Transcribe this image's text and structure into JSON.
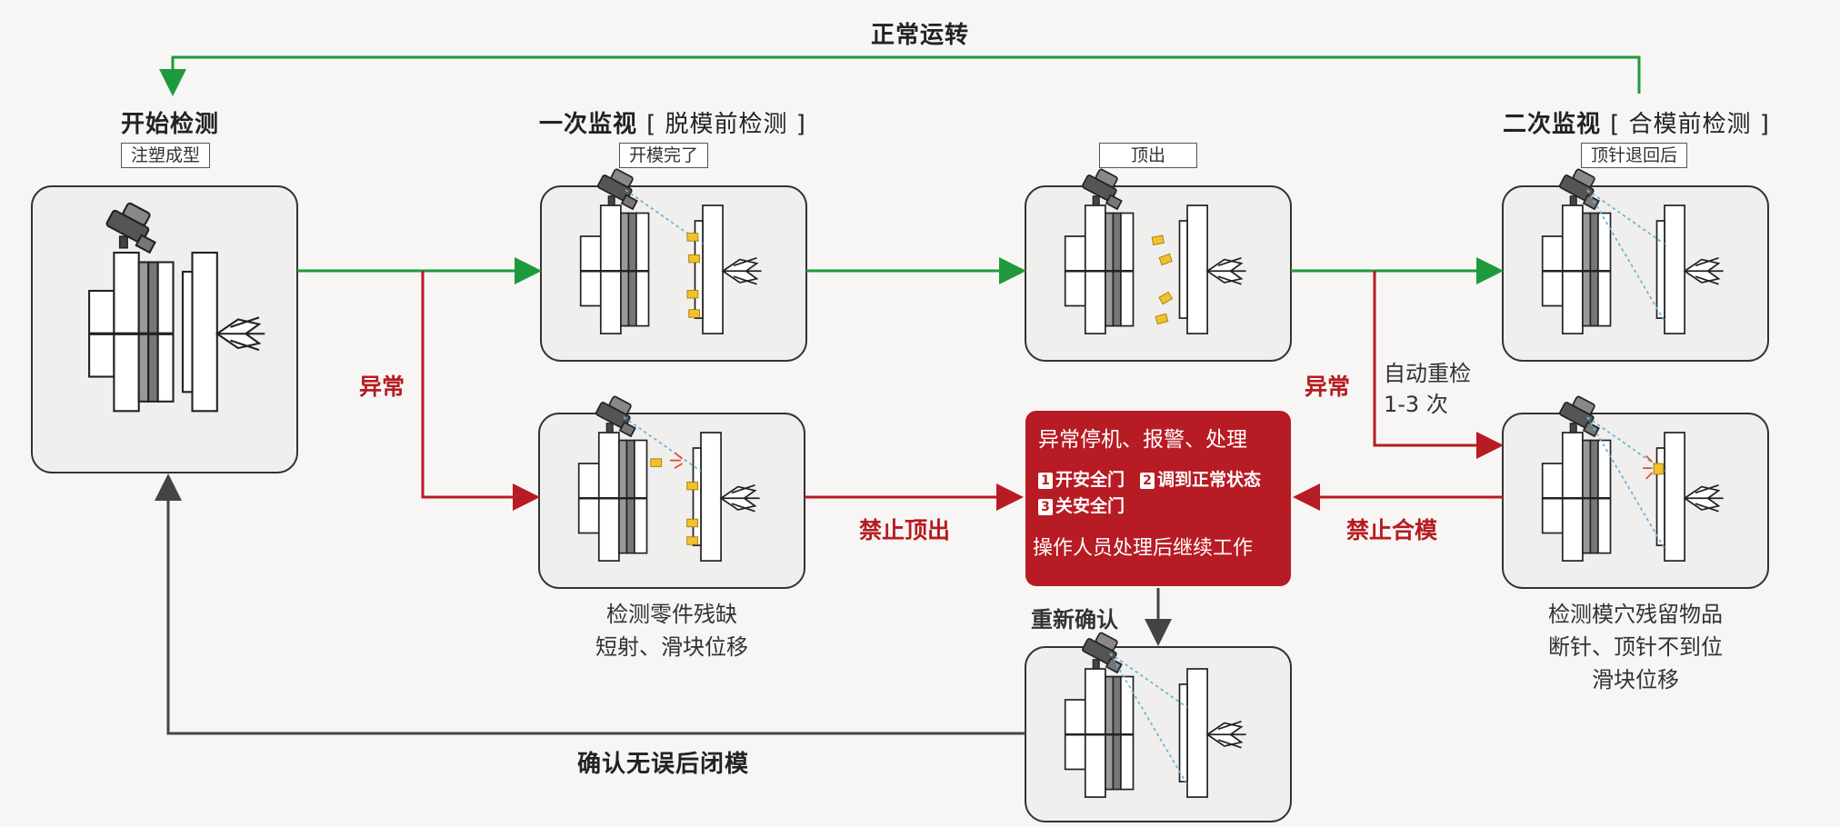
{
  "colors": {
    "flow_normal": "#1e9a3c",
    "flow_abnormal": "#b71b23",
    "flow_return": "#444444",
    "panel_fill": "#b71b23",
    "card_fill": "#f0efed"
  },
  "top_loop_label": "正常运转",
  "stations": {
    "start": {
      "title": "开始检测",
      "subtitle": "注塑成型"
    },
    "first": {
      "title_bold": "一次监视",
      "title_rest": "[ 脱模前检测 ]",
      "subtitle": "开模完了"
    },
    "eject": {
      "subtitle": "顶出"
    },
    "second": {
      "title_bold": "二次监视",
      "title_rest": "[ 合模前检测 ]",
      "subtitle": "顶针退回后"
    }
  },
  "abnormal_left": "异常",
  "abnormal_right": "异常",
  "auto_recheck": [
    "自动重检",
    "1-3 次"
  ],
  "forbid_eject": "禁止顶出",
  "forbid_close": "禁止合模",
  "first_fault_caption": [
    "检测零件残缺",
    "短射、滑块位移"
  ],
  "second_fault_caption": [
    "检测模穴残留物品",
    "断针、顶针不到位",
    "滑块位移"
  ],
  "alarm_panel": {
    "title": "异常停机、报警、处理",
    "steps": [
      {
        "num": "1",
        "text": "开安全门"
      },
      {
        "num": "2",
        "text": "调到正常状态"
      },
      {
        "num": "3",
        "text": "关安全门"
      }
    ],
    "footer": "操作人员处理后继续工作"
  },
  "reconfirm": "重新确认",
  "close_after_confirm": "确认无误后闭模"
}
